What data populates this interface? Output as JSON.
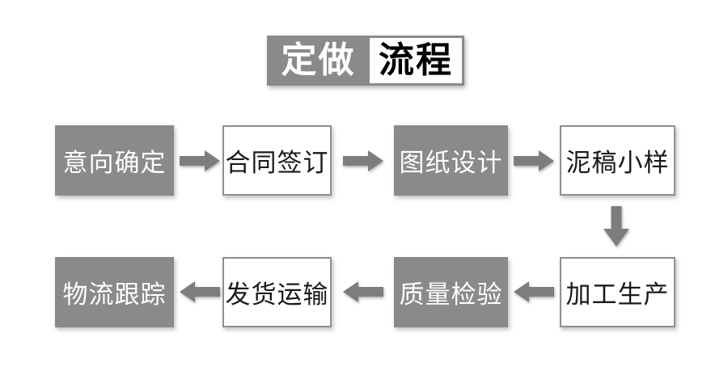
{
  "title": {
    "part1": "定做",
    "part2": "流程"
  },
  "flow": {
    "row1": [
      {
        "label": "意向确定",
        "variant": "gray"
      },
      {
        "label": "合同签订",
        "variant": "white"
      },
      {
        "label": "图纸设计",
        "variant": "gray"
      },
      {
        "label": "泥稿小样",
        "variant": "white"
      }
    ],
    "row2": [
      {
        "label": "物流跟踪",
        "variant": "gray"
      },
      {
        "label": "发货运输",
        "variant": "white"
      },
      {
        "label": "质量检验",
        "variant": "gray"
      },
      {
        "label": "加工生产",
        "variant": "white"
      }
    ]
  },
  "colors": {
    "background": "#ffffff",
    "box_gray": "#8a8a8a",
    "arrow_gray": "#7d7d7d",
    "border_gray": "#8f8f8f",
    "text_on_gray": "#ffffff",
    "text_on_white": "#1a1a1a"
  }
}
